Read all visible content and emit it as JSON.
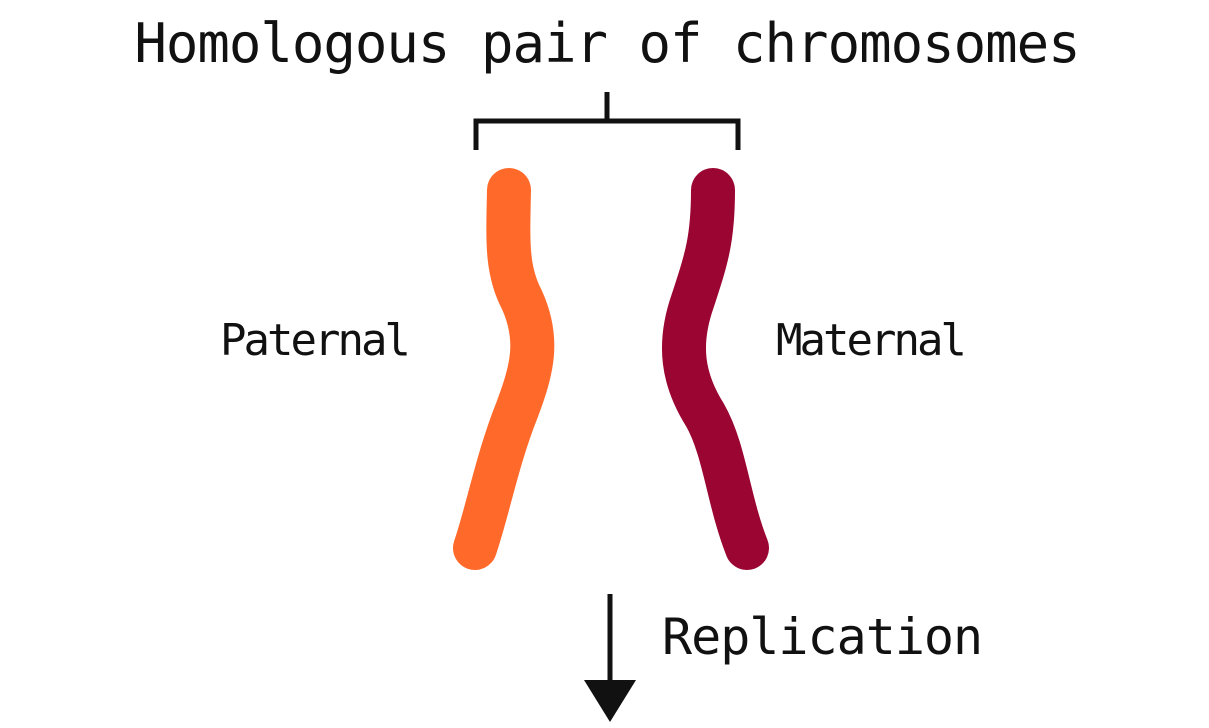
{
  "diagram": {
    "title": "Homologous pair of chromosomes",
    "paternal_label": "Paternal",
    "maternal_label": "Maternal",
    "step_label": "Replication"
  },
  "colors": {
    "paternal": "#ff6a2a",
    "maternal": "#9a0532",
    "line": "#111111"
  }
}
